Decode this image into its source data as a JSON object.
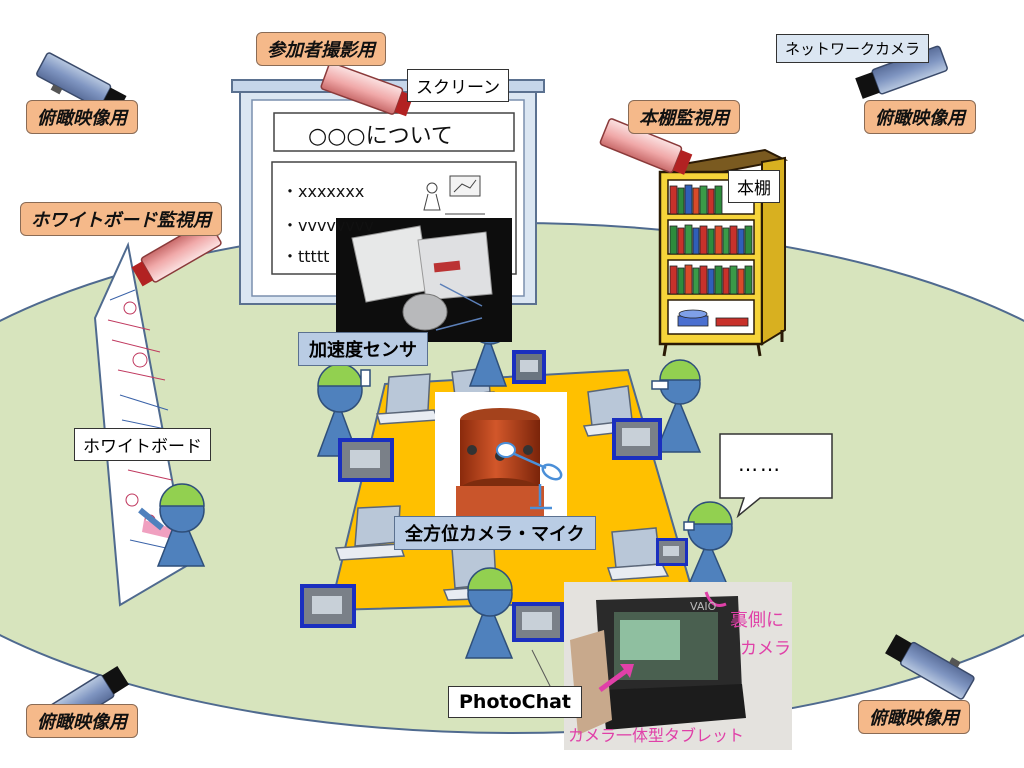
{
  "labels": {
    "participant_cam": "参加者撮影用",
    "overhead_tl": "俯瞰映像用",
    "overhead_tr": "俯瞰映像用",
    "overhead_bl": "俯瞰映像用",
    "overhead_br": "俯瞰映像用",
    "bookshelf_cam": "本棚監視用",
    "whiteboard_cam": "ホワイトボード監視用",
    "network_camera": "ネットワークカメラ",
    "screen": "スクリーン",
    "bookshelf": "本棚",
    "whiteboard": "ホワイトボード",
    "accel_sensor": "加速度センサ",
    "omni_camera": "全方位カメラ・マイク",
    "photochat": "PhotoChat",
    "speech": "……"
  },
  "screen_content": {
    "title": "○○○について",
    "bullets": [
      "・xxxxxxx",
      "・vvvvvvvv",
      "・ttttt"
    ]
  },
  "tablet_photo": {
    "note_top": "裏側に",
    "note_top2": "カメラ",
    "note_bottom": "カメラ一体型タブレット",
    "brand": "VAIO"
  },
  "colors": {
    "floor": "#d7e4bd",
    "table": "#ffc000",
    "person_body": "#4f81bd",
    "person_cap": "#92d050",
    "label_orange": "#f5b98a",
    "label_blue": "#b9cce4"
  }
}
